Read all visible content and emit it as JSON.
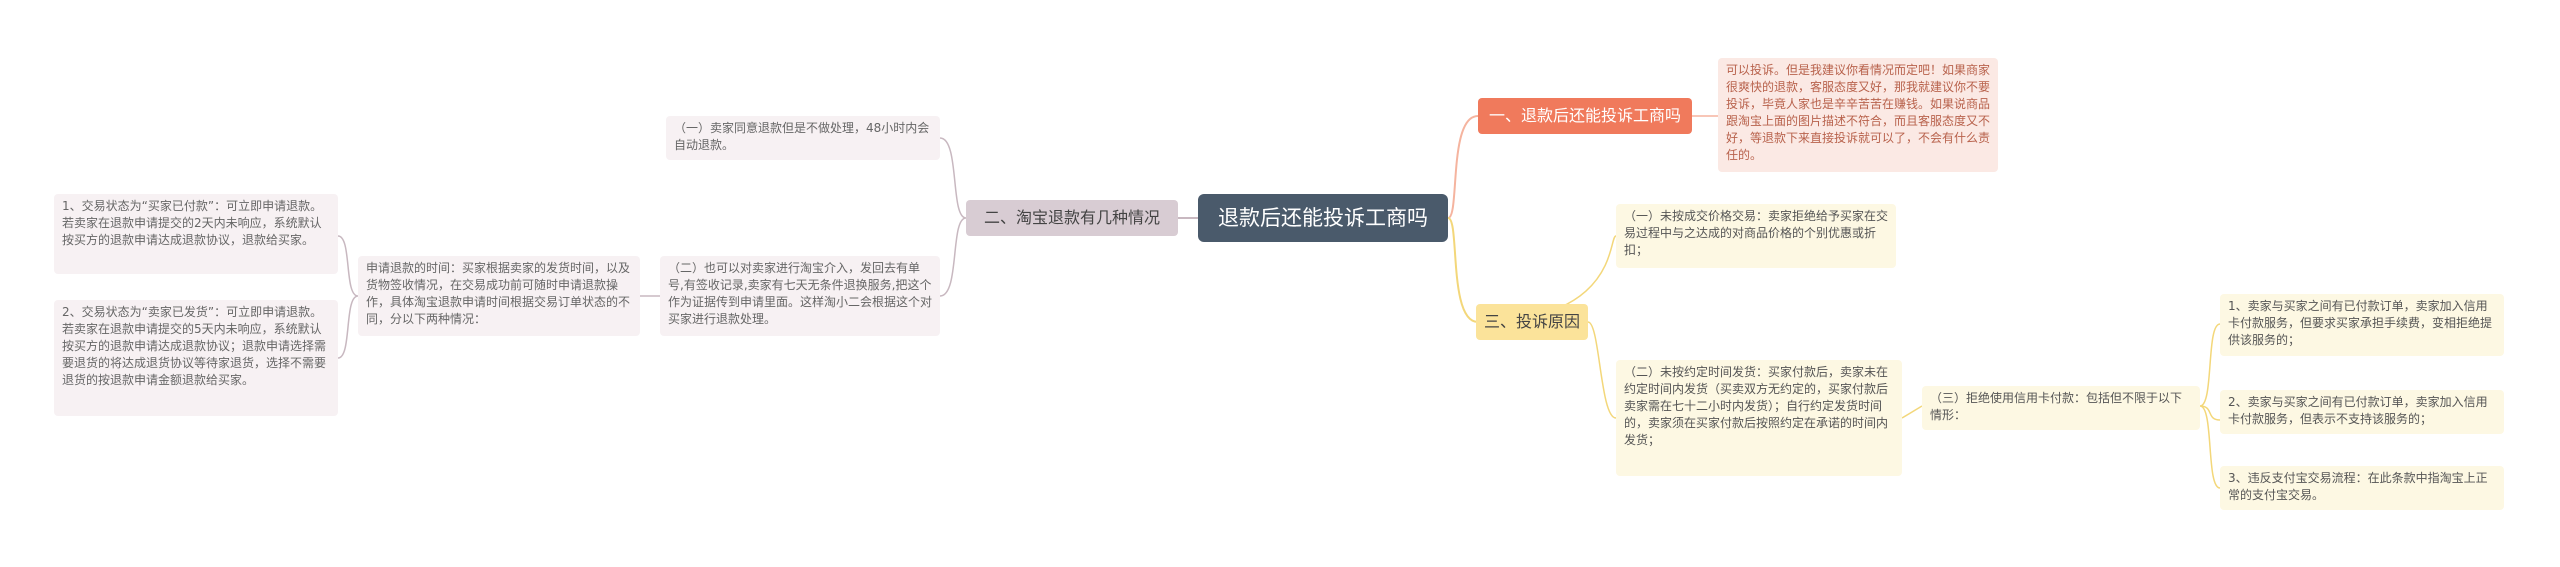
{
  "root": "退款后还能投诉工商吗",
  "branch1": {
    "label": "一、退款后还能投诉工商吗",
    "leaf": "可以投诉。但是我建议你看情况而定吧！如果商家很爽快的退款，客服态度又好，那我就建议你不要投诉，毕竟人家也是辛辛苦苦在赚钱。如果说商品跟淘宝上面的图片描述不符合，而且客服态度又不好，等退款下来直接投诉就可以了，不会有什么责任的。"
  },
  "branch2": {
    "label": "二、淘宝退款有几种情况",
    "item1": "（一）卖家同意退款但是不做处理，48小时内会自动退款。",
    "item2": "（二）也可以对卖家进行淘宝介入，发回去有单号,有签收记录,卖家有七天无条件退换服务,把这个作为证据传到申请里面。这样淘小二会根据这个对买家进行退款处理。",
    "sub": "申请退款的时间：买家根据卖家的发货时间，以及货物签收情况，在交易成功前可随时申请退款操作，具体淘宝退款申请时间根据交易订单状态的不同，分以下两种情况：",
    "sub_items": [
      "1、交易状态为“买家已付款”：可立即申请退款。若卖家在退款申请提交的2天内未响应，系统默认按买方的退款申请达成退款协议，退款给买家。",
      "2、交易状态为“卖家已发货”：可立即申请退款。若卖家在退款申请提交的5天内未响应，系统默认按买方的退款申请达成退款协议；退款申请选择需要退货的将达成退货协议等待家退货，选择不需要退货的按退款申请金额退款给买家。"
    ]
  },
  "branch3": {
    "label": "三、投诉原因",
    "item1": "（一）未按成交价格交易：卖家拒绝给予买家在交易过程中与之达成的对商品价格的个别优惠或折扣；",
    "item2": "（二）未按约定时间发货：买家付款后，卖家未在约定时间内发货（买卖双方无约定的，买家付款后卖家需在七十二小时内发货）；自行约定发货时间的，卖家须在买家付款后按照约定在承诺的时间内发货；",
    "item3": "（三）拒绝使用信用卡付款：包括但不限于以下情形：",
    "sub_items": [
      "1、卖家与买家之间有已付款订单，卖家加入信用卡付款服务，但要求买家承担手续费，变相拒绝提供该服务的；",
      "2、卖家与买家之间有已付款订单，卖家加入信用卡付款服务，但表示不支持该服务的；",
      "3、违反支付宝交易流程：在此条款中指淘宝上正常的支付宝交易。"
    ]
  },
  "colors": {
    "root": "#4a5a6b",
    "branch1": "#f07a5c",
    "branch2": "#d8ccd3",
    "branch3": "#fbe39a",
    "line1": "#f5b49f",
    "line2": "#c8b8c0",
    "line3": "#f3d77a"
  }
}
